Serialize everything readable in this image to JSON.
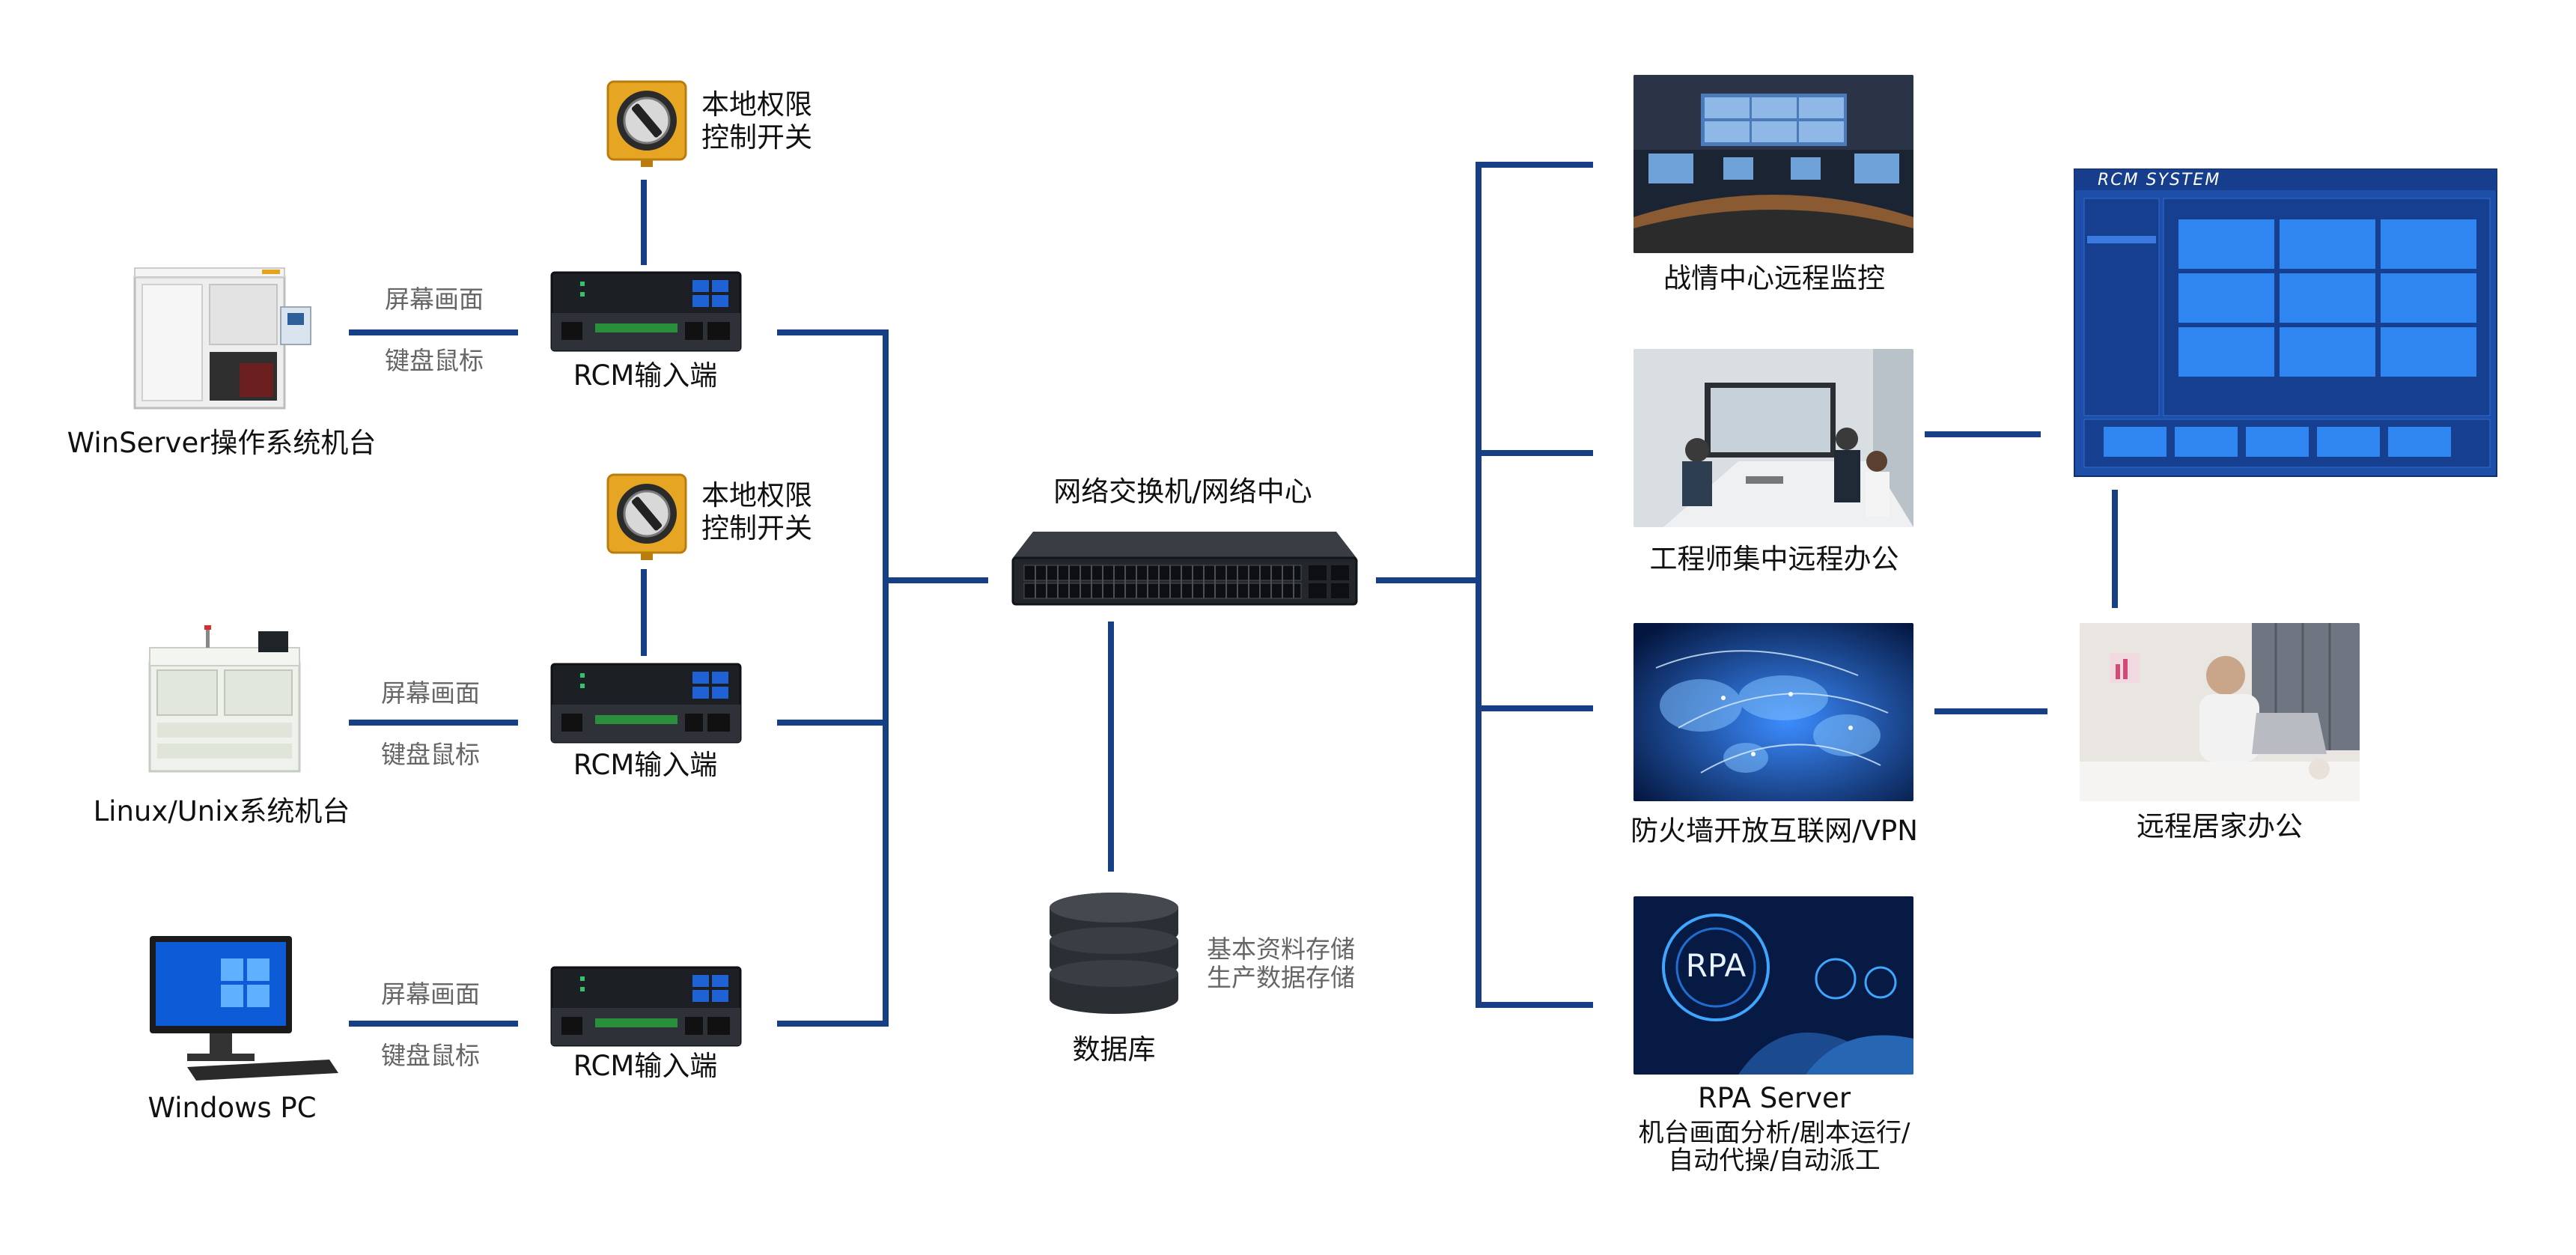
{
  "colors": {
    "line": "#163f86",
    "text": "#111111",
    "subtext": "#666666",
    "switch_body": "#2a2e33",
    "knob_yellow": "#e6a623",
    "rcm_panel": "#1f62d6"
  },
  "left_rows": [
    {
      "machine": "WinServer操作系统机台",
      "signal_top": "屏幕画面",
      "signal_bottom": "键盘鼠标",
      "device": "RCM输入端",
      "switch_label_1": "本地权限",
      "switch_label_2": "控制开关"
    },
    {
      "machine": "Linux/Unix系统机台",
      "signal_top": "屏幕画面",
      "signal_bottom": "键盘鼠标",
      "device": "RCM输入端",
      "switch_label_1": "本地权限",
      "switch_label_2": "控制开关"
    },
    {
      "machine": "Windows PC",
      "signal_top": "屏幕画面",
      "signal_bottom": "键盘鼠标",
      "device": "RCM输入端"
    }
  ],
  "center": {
    "switch_label": "网络交换机/网络中心",
    "database_label": "数据库",
    "storage_line_1": "基本资料存储",
    "storage_line_2": "生产数据存储"
  },
  "right_nodes": [
    {
      "label": "战情中心远程监控"
    },
    {
      "label": "工程师集中远程办公"
    },
    {
      "label": "防火墙开放互联网/VPN"
    },
    {
      "label": "RPA Server",
      "sub_1": "机台画面分析/剧本运行/",
      "sub_2": "自动代操/自动派工"
    }
  ],
  "rpa_badge": "RPA",
  "far_right": {
    "window_title": "RCM SYSTEM",
    "remote_home_label": "远程居家办公"
  }
}
